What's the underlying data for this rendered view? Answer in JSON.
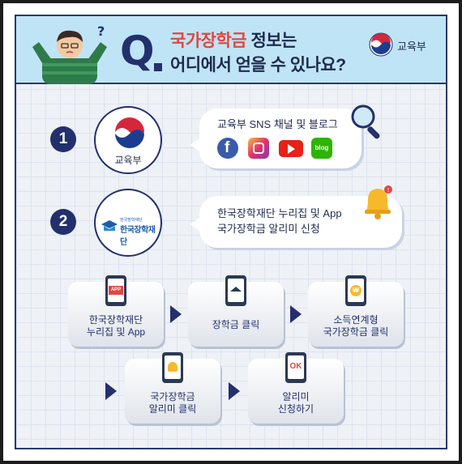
{
  "header": {
    "question_mark": "Q",
    "title_accent": "국가장학금",
    "title_line1_rest": " 정보는",
    "title_line2": "어디에서 얻을 수 있나요?",
    "ministry_name": "교육부"
  },
  "items": [
    {
      "number": "1",
      "logo_text": "교육부",
      "bubble_text": "교육부 SNS 채널 및 블로그",
      "social_icons": [
        "facebook-icon",
        "instagram-icon",
        "youtube-icon",
        "blog-icon"
      ],
      "blog_label": "blog"
    },
    {
      "number": "2",
      "logo_small_text": "한국장학재단",
      "logo_text": "한국장학재단",
      "bubble_line1": "한국장학재단 누리집 및 App",
      "bubble_line2": "국가장학금 알리미 신청"
    }
  ],
  "steps": [
    {
      "line1": "한국장학재단",
      "line2": "누리집 및 App",
      "icon": "app-phone-icon",
      "badge": "APP"
    },
    {
      "line1": "장학금 클릭",
      "line2": "",
      "icon": "graduation-phone-icon"
    },
    {
      "line1": "소득연계형",
      "line2": "국가장학금 클릭",
      "icon": "won-phone-icon",
      "badge": "₩"
    },
    {
      "line1": "국가장학금",
      "line2": "알리미 클릭",
      "icon": "bell-phone-icon"
    },
    {
      "line1": "알리미",
      "line2": "신청하기",
      "icon": "ok-phone-icon",
      "badge": "OK"
    }
  ],
  "colors": {
    "navy": "#23306b",
    "accent_red": "#e34640",
    "header_bg": "#bfe4f6",
    "bell_yellow": "#f6b92b"
  }
}
